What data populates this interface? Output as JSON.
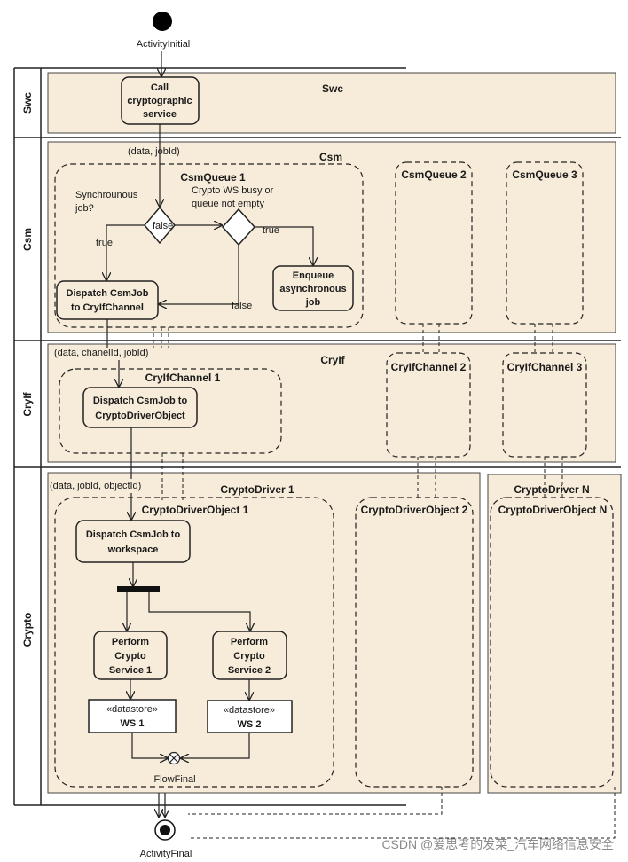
{
  "initial_label": "ActivityInitial",
  "final_label": "ActivityFinal",
  "flow_final_label": "FlowFinal",
  "lanes": {
    "swc": "Swc",
    "csm": "Csm",
    "cryif": "CryIf",
    "crypto": "Crypto"
  },
  "containers": {
    "swc": "Swc",
    "csm": "Csm",
    "cryif": "CryIf",
    "crypto_driver_1": "CryptoDriver 1",
    "crypto_driver_n": "CryptoDriver N"
  },
  "regions": {
    "csm_queue_1": "CsmQueue 1",
    "csm_queue_2": "CsmQueue 2",
    "csm_queue_3": "CsmQueue 3",
    "cryif_channel_1": "CryIfChannel 1",
    "cryif_channel_2": "CryIfChannel 2",
    "cryif_channel_3": "CryIfChannel 3",
    "driver_object_1": "CryptoDriverObject 1",
    "driver_object_2": "CryptoDriverObject 2",
    "driver_object_n": "CryptoDriverObject N"
  },
  "actions": {
    "call_service": [
      "Call",
      "cryptographic",
      "service"
    ],
    "dispatch_to_channel": [
      "Dispatch CsmJob",
      "to CryIfChannel"
    ],
    "enqueue": [
      "Enqueue",
      "asynchronous",
      "job"
    ],
    "dispatch_to_object": [
      "Dispatch CsmJob  to",
      "CryptoDriverObject"
    ],
    "dispatch_to_workspace": [
      "Dispatch CsmJob to",
      "workspace"
    ],
    "perform_1": [
      "Perform",
      "Crypto",
      "Service 1"
    ],
    "perform_2": [
      "Perform",
      "Crypto",
      "Service 2"
    ]
  },
  "datastores": {
    "stereotype": "«datastore»",
    "ws1": "WS 1",
    "ws2": "WS 2"
  },
  "decisions": {
    "sync_question": [
      "Synchrounous",
      "job?"
    ],
    "busy_question": [
      "Crypto WS busy or",
      "queue not empty"
    ]
  },
  "guards": {
    "false_1": "false",
    "true_1": "true",
    "true_2": "true",
    "false_2": "false"
  },
  "params": {
    "csm_in": "(data, jobId)",
    "cryif_in": "(data, chanelId, jobId)",
    "crypto_in": "(data, jobId, objectId)"
  },
  "watermark": "CSDN @爱思考的发菜_汽车网络信息安全"
}
